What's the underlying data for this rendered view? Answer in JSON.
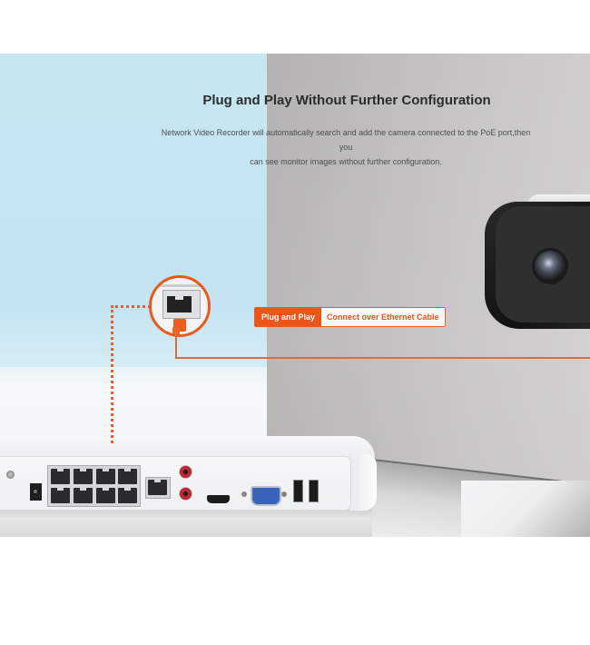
{
  "heading": {
    "title": "Plug and Play Without Further Configuration",
    "description_line1": "Network Video Recorder will automatically search and add the camera connected to the PoE port,then you",
    "description_line2": "can see monitor images without further configuration."
  },
  "callout": {
    "label_primary": "Plug and Play",
    "label_secondary": "Connect over Ethernet Cable"
  },
  "colors": {
    "accent_orange": "#e9551a",
    "title_text": "#2a2d2f",
    "wall_blue": "#c6e5f2",
    "wall_gray": "#bcbbb9"
  },
  "illustration": {
    "device": "network-video-recorder",
    "camera": "bullet-camera",
    "poe_ports": 8
  }
}
